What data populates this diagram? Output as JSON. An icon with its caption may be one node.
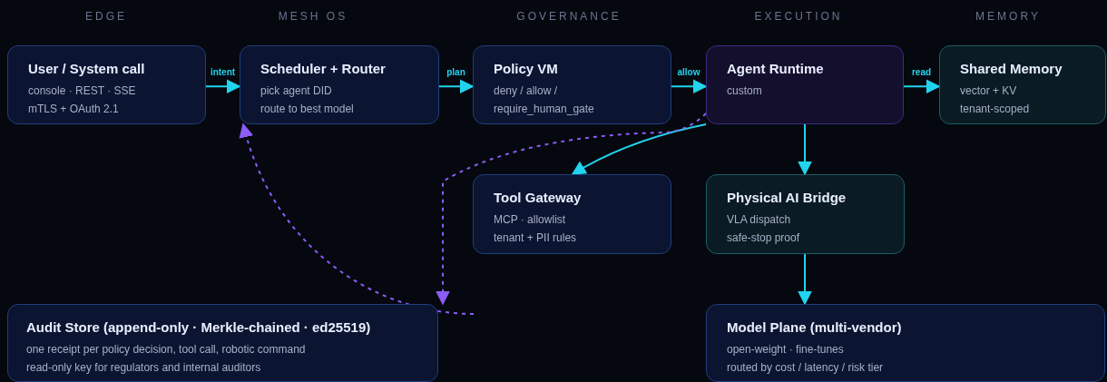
{
  "diagram": {
    "nodes": [
      {
        "text": [
          "User / System call",
          "console · REST · SSE",
          "mTLS + OAuth 2.1"
        ]
      },
      {
        "text": [
          "Scheduler + Router",
          "pick agent DID",
          "route to best model"
        ]
      },
      {
        "text": [
          "Policy VM",
          "deny / allow /",
          "require_human_gate"
        ]
      },
      {
        "text": [
          "Agent Runtime",
          "custom"
        ]
      },
      {
        "text": [
          "Shared Memory",
          "vector + KV",
          "tenant-scoped"
        ]
      },
      {
        "text": [
          "Tool Gateway",
          "MCP · allowlist",
          "tenant + PII rules"
        ]
      },
      {
        "text": [
          "Physical AI Bridge",
          "VLA dispatch",
          "safe-stop proof"
        ]
      },
      {
        "text": [
          "Audit Store (append-only · Merkle-chained · ed25519)",
          "one receipt per policy decision, tool call, robotic command",
          "read-only key for regulators and internal auditors"
        ]
      },
      {
        "text": [
          "Model Plane (multi-vendor)",
          "open-weight · fine-tunes",
          "routed by cost / latency / risk tier"
        ]
      }
    ],
    "edges": [
      {
        "from": 0,
        "to": 1,
        "arrow": "to",
        "label": "intent"
      },
      {
        "from": 1,
        "to": 2,
        "arrow": "to",
        "label": "plan"
      },
      {
        "from": 2,
        "to": 3,
        "arrow": "to",
        "label": "allow"
      },
      {
        "from": 3,
        "to": 4,
        "arrow": "to",
        "label": "read"
      },
      {
        "from": 3,
        "to": 5,
        "arrow": "to"
      },
      {
        "from": 3,
        "to": 6,
        "arrow": "to"
      },
      {
        "from": 6,
        "to": 8,
        "arrow": "to"
      },
      {
        "from": 3,
        "to": 7,
        "arrow": "to",
        "style": "dashed",
        "color": "#8b5cf6"
      },
      {
        "from": null,
        "to": 1,
        "arrow": "to",
        "style": "dashed",
        "color": "#8b5cf6"
      }
    ],
    "labels": [
      "EDGE",
      "MESH OS",
      "GOVERNANCE",
      "EXECUTION",
      "MEMORY"
    ]
  }
}
